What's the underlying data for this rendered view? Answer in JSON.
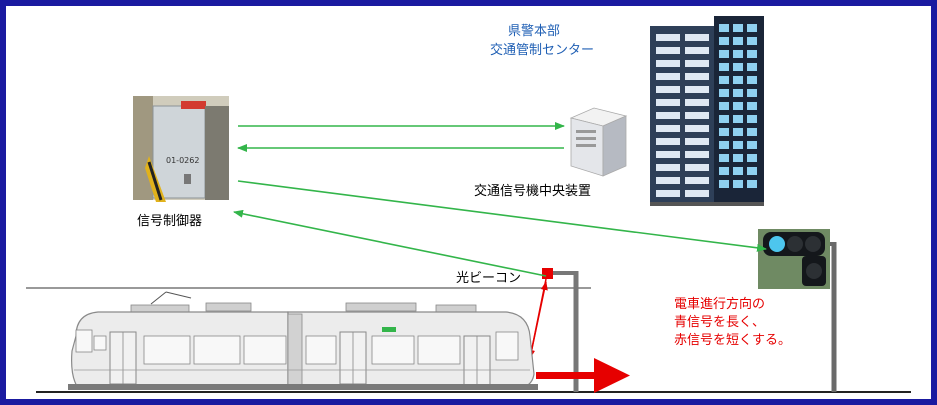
{
  "hq": {
    "line1": "県警本部",
    "line2": "交通管制センター"
  },
  "labels": {
    "central_unit": "交通信号機中央装置",
    "controller": "信号制御器",
    "beacon": "光ビーコン",
    "controller_plate": "01-0262"
  },
  "note": {
    "line1": "電車進行方向の",
    "line2": "青信号を長く、",
    "line3": "赤信号を短くする。"
  },
  "colors": {
    "frame": "#1a1aa0",
    "link": "#33b54a",
    "red": "#e60000",
    "note_text": "#e60000",
    "hq_text": "#1f5fb4"
  }
}
